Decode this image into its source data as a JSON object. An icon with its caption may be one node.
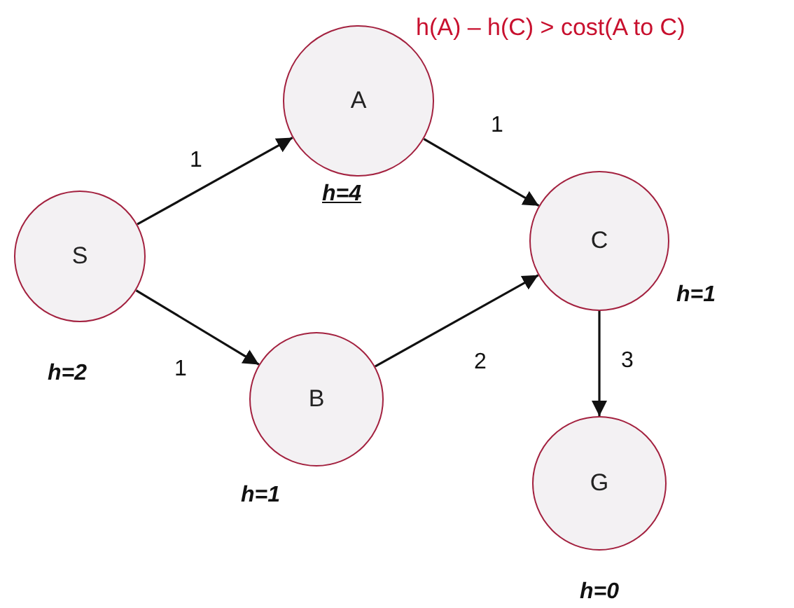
{
  "diagram": {
    "nodes": [
      {
        "text": [
          "S"
        ],
        "beside": [
          "h=2"
        ]
      },
      {
        "text": [
          "A"
        ],
        "beside": [
          "h=4"
        ]
      },
      {
        "text": [
          "B"
        ],
        "beside": [
          "h=1"
        ]
      },
      {
        "text": [
          "C"
        ],
        "beside": [
          "h=1"
        ]
      },
      {
        "text": [
          "G"
        ],
        "beside": [
          "h=0"
        ]
      }
    ],
    "edges": [
      {
        "from": 0,
        "to": 1,
        "arrow": "to",
        "label": "1"
      },
      {
        "from": 0,
        "to": 2,
        "arrow": "to",
        "label": "1"
      },
      {
        "from": 1,
        "to": 3,
        "arrow": "to",
        "label": "1"
      },
      {
        "from": 2,
        "to": 3,
        "arrow": "to",
        "label": "2"
      },
      {
        "from": 3,
        "to": 4,
        "arrow": "to",
        "label": "3"
      }
    ],
    "labels": [
      "h(A) – h(C) > cost(A to C)"
    ]
  }
}
